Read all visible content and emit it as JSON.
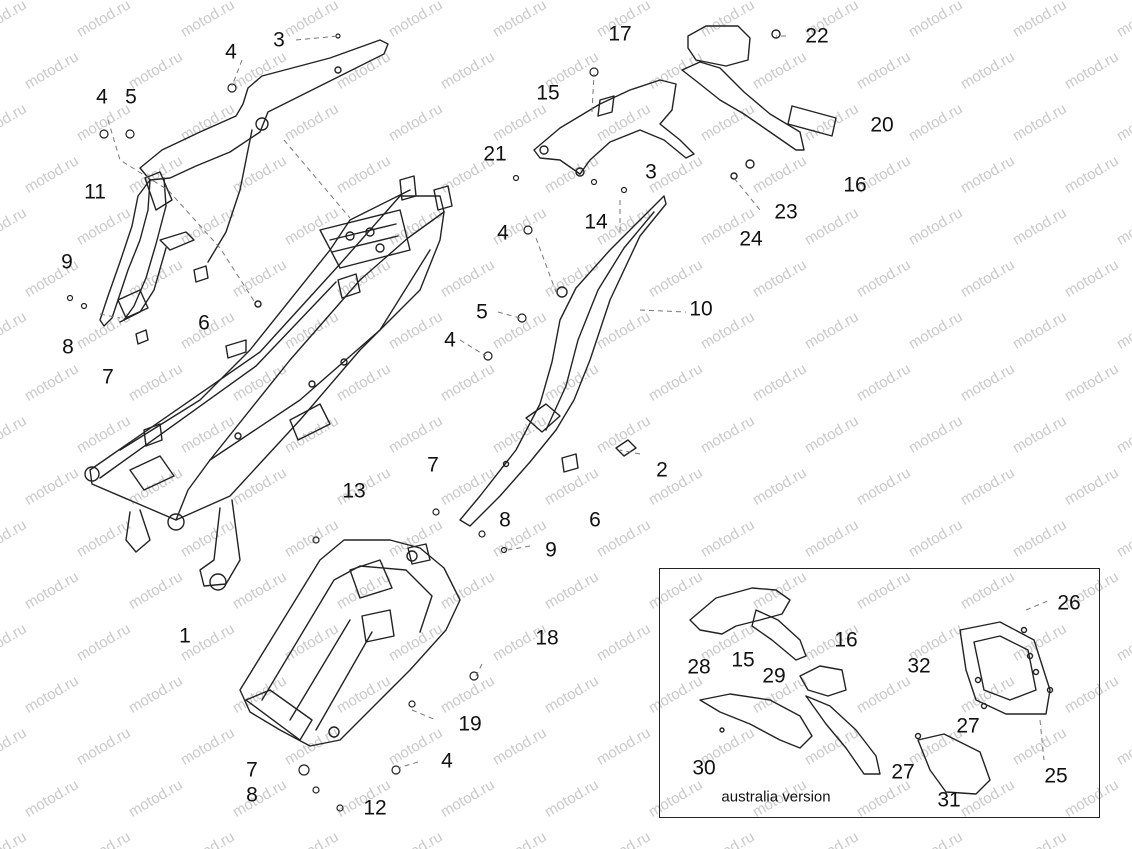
{
  "watermark": "motod.ru",
  "colors": {
    "line": "#222222",
    "hidden": "#777777",
    "watermark": "#c9c9c9"
  },
  "inset": {
    "caption": "australia version"
  },
  "callouts": {
    "c1": "1",
    "c2": "2",
    "c3a": "3",
    "c3b": "3",
    "c4a": "4",
    "c4b": "4",
    "c4c": "4",
    "c4d": "4",
    "c4e": "4",
    "c5a": "5",
    "c5b": "5",
    "c6a": "6",
    "c6b": "6",
    "c7a": "7",
    "c7b": "7",
    "c7c": "7",
    "c8a": "8",
    "c8b": "8",
    "c8c": "8",
    "c9a": "9",
    "c9b": "9",
    "c10": "10",
    "c11": "11",
    "c12": "12",
    "c13": "13",
    "c14": "14",
    "c15a": "15",
    "c15b": "15",
    "c16a": "16",
    "c16b": "16",
    "c17": "17",
    "c18": "18",
    "c19": "19",
    "c20": "20",
    "c21": "21",
    "c22": "22",
    "c23": "23",
    "c24": "24",
    "c25": "25",
    "c26": "26",
    "c27a": "27",
    "c27b": "27",
    "c28": "28",
    "c29": "29",
    "c30": "30",
    "c31": "31",
    "c32": "32"
  }
}
